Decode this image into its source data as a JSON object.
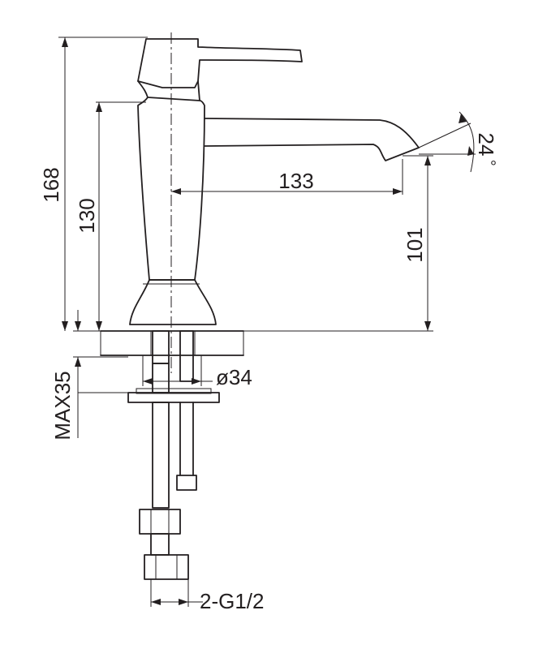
{
  "dimensions": {
    "total_height": "168",
    "body_height": "130",
    "spout_reach": "133",
    "spout_height": "101",
    "spout_angle_value": "24",
    "spout_angle_unit": "°",
    "max_deck_thickness": "MAX35",
    "mount_hole_diameter": "ø34",
    "connection_thread": "2-G1/2"
  }
}
